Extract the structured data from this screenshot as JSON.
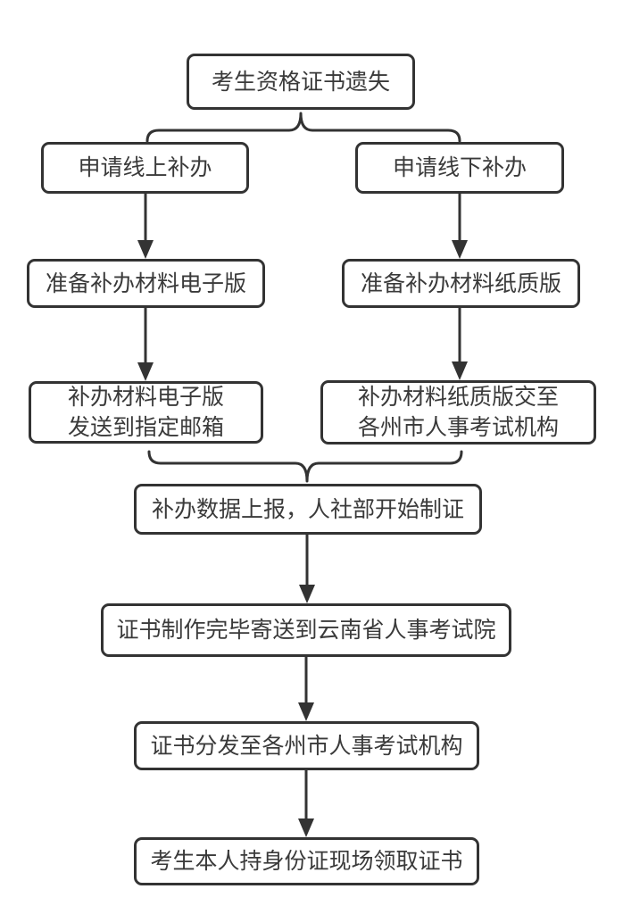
{
  "diagram": {
    "type": "flowchart",
    "direction": "top-down",
    "colors": {
      "line": "#333333",
      "text": "#3a3a3a",
      "node_background": "#ffffff",
      "page_background": "#ffffff"
    },
    "nodes": {
      "start": {
        "label": "考生资格证书遗失"
      },
      "online_apply": {
        "label": "申请线上补办"
      },
      "offline_apply": {
        "label": "申请线下补办"
      },
      "online_prepare": {
        "label": "准备补办材料电子版"
      },
      "offline_prepare": {
        "label": "准备补办材料纸质版"
      },
      "online_submit": {
        "label": "补办材料电子版\n发送到指定邮箱"
      },
      "offline_submit": {
        "label": "补办材料纸质版交至\n各州市人事考试机构"
      },
      "merge": {
        "label": "补办数据上报，人社部开始制证"
      },
      "produce": {
        "label": "证书制作完毕寄送到云南省人事考试院"
      },
      "distribute": {
        "label": "证书分发至各州市人事考试机构"
      },
      "collect": {
        "label": "考生本人持身份证现场领取证书"
      }
    },
    "edges": [
      {
        "from": "start",
        "to": [
          "online_apply",
          "offline_apply"
        ],
        "connector": "brace-split"
      },
      {
        "from": "online_apply",
        "to": "online_prepare",
        "connector": "arrow"
      },
      {
        "from": "offline_apply",
        "to": "offline_prepare",
        "connector": "arrow"
      },
      {
        "from": "online_prepare",
        "to": "online_submit",
        "connector": "arrow"
      },
      {
        "from": "offline_prepare",
        "to": "offline_submit",
        "connector": "arrow"
      },
      {
        "from": [
          "online_submit",
          "offline_submit"
        ],
        "to": "merge",
        "connector": "brace-merge"
      },
      {
        "from": "merge",
        "to": "produce",
        "connector": "arrow"
      },
      {
        "from": "produce",
        "to": "distribute",
        "connector": "arrow"
      },
      {
        "from": "distribute",
        "to": "collect",
        "connector": "arrow"
      }
    ]
  }
}
